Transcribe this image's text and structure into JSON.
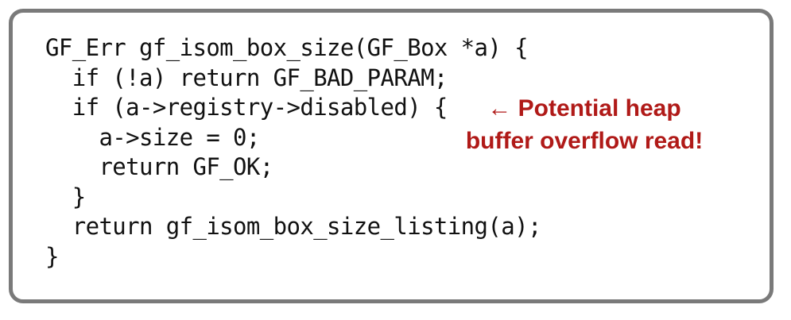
{
  "code": {
    "lines": [
      "GF_Err gf_isom_box_size(GF_Box *a) {",
      "  if (!a) return GF_BAD_PARAM;",
      "  if (a->registry->disabled) {",
      "    a->size = 0;",
      "    return GF_OK;",
      "  }",
      "  return gf_isom_box_size_listing(a);",
      "}"
    ]
  },
  "annotation": {
    "line1": "← Potential heap",
    "line2": "buffer overflow read!",
    "color": "#b01a18"
  },
  "colors": {
    "border": "#7a7a7a",
    "code_text": "#111111"
  }
}
